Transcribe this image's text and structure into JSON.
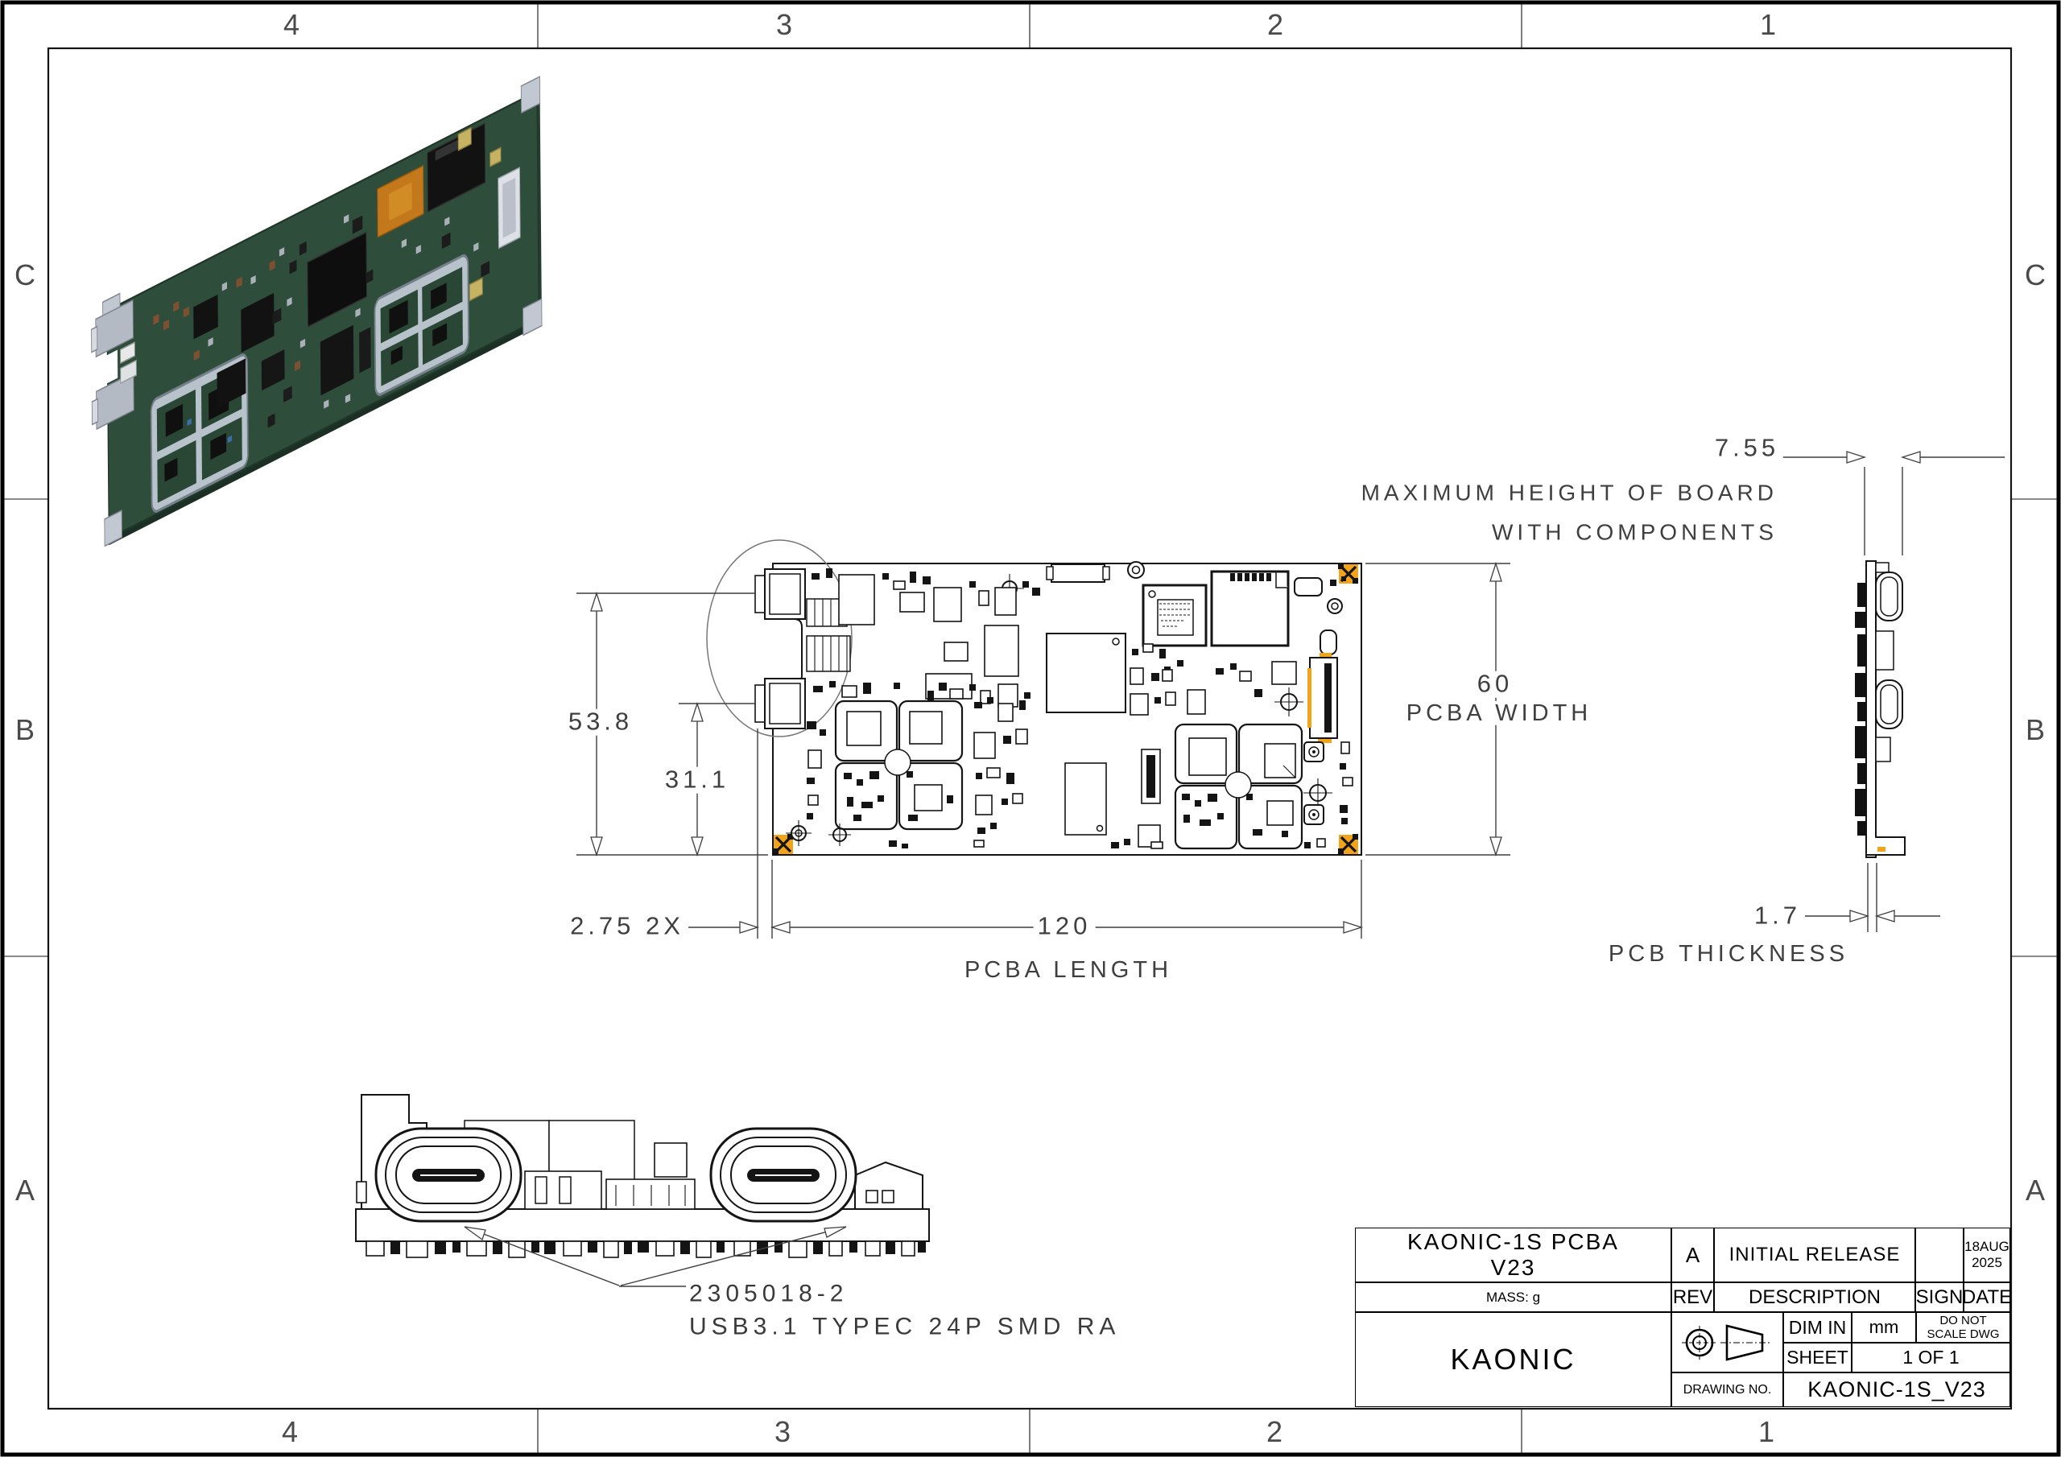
{
  "border": {
    "top_zones": [
      "4",
      "3",
      "2",
      "1"
    ],
    "bottom_zones": [
      "4",
      "3",
      "2",
      "1"
    ],
    "left_zones": [
      "C",
      "B",
      "A"
    ],
    "right_zones": [
      "C",
      "B",
      "A"
    ]
  },
  "dimensions": {
    "height_value": "53.8",
    "notch_height_value": "31.1",
    "edge_offset_value": "2.75 2X",
    "length_value": "120",
    "length_label": "PCBA LENGTH",
    "width_value": "60",
    "width_label": "PCBA WIDTH",
    "max_height_value": "7.55",
    "max_height_note1": "MAXIMUM HEIGHT OF BOARD",
    "max_height_note2": "WITH COMPONENTS",
    "thickness_value": "1.7",
    "thickness_label": "PCB THICKNESS"
  },
  "callout": {
    "part_number": "2305018-2",
    "description": "USB3.1 TYPEC 24P SMD RA"
  },
  "title_block": {
    "title_line1": "KAONIC-1S PCBA",
    "title_line2": "V23",
    "rev_value": "A",
    "rev_description": "INITIAL RELEASE",
    "date_line1": "18AUG",
    "date_line2": "2025",
    "mass_label": "MASS: g",
    "rev_label": "REV",
    "description_label": "DESCRIPTION",
    "sign_label": "SIGN",
    "date_label": "DATE",
    "company": "KAONIC",
    "dim_in_label": "DIM IN",
    "dim_unit": "mm",
    "scale_note_line1": "DO NOT",
    "scale_note_line2": "SCALE DWG",
    "sheet_label": "SHEET",
    "sheet_value": "1 OF 1",
    "drawing_no_label": "DRAWING NO.",
    "drawing_no_value": "KAONIC-1S_V23"
  },
  "colors": {
    "accent_orange": "#F2A31C",
    "pcb_green": "#2E4D3B",
    "line_black": "#141414",
    "dim_gray": "#3F3F3F"
  }
}
